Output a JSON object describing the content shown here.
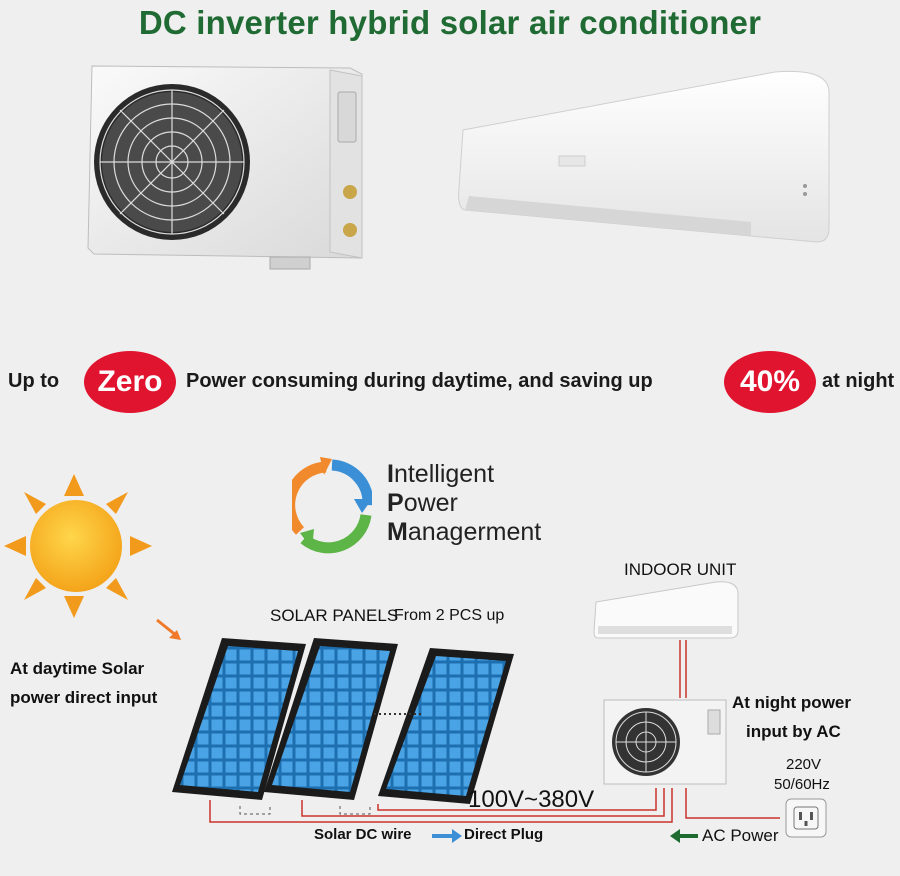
{
  "header": {
    "title": "DC inverter hybrid solar air conditioner"
  },
  "slogan": {
    "prefix": "Up to",
    "zero_badge": "Zero",
    "middle": "Power consuming during daytime, and saving up",
    "percent_badge": "40%",
    "suffix": "at night"
  },
  "ipm": {
    "line1_initial": "I",
    "line1_rest": "ntelligent",
    "line2_initial": "P",
    "line2_rest": "ower",
    "line3_initial": "M",
    "line3_rest": "anagerment"
  },
  "diagram": {
    "daytime_label_1": "At daytime Solar",
    "daytime_label_2": "power direct input",
    "solar_panels_label": "SOLAR PANELS",
    "solar_panels_note": "From 2 PCS up",
    "indoor_unit_label": "INDOOR UNIT",
    "night_label_1": "At night power",
    "night_label_2": "input by AC",
    "voltage_range": "100V~380V",
    "ac_voltage": "220V",
    "ac_frequency": "50/60Hz",
    "dc_wire_label": "Solar DC wire",
    "direct_plug_label": "Direct Plug",
    "ac_power_label": "AC Power"
  },
  "colors": {
    "title_green": "#1f6b33",
    "badge_red": "#e0142e",
    "sun_orange": "#f5a21b",
    "panel_blue": "#2d8fd0",
    "arrow_blue": "#3d8fd6",
    "arrow_green": "#1e6b30"
  }
}
